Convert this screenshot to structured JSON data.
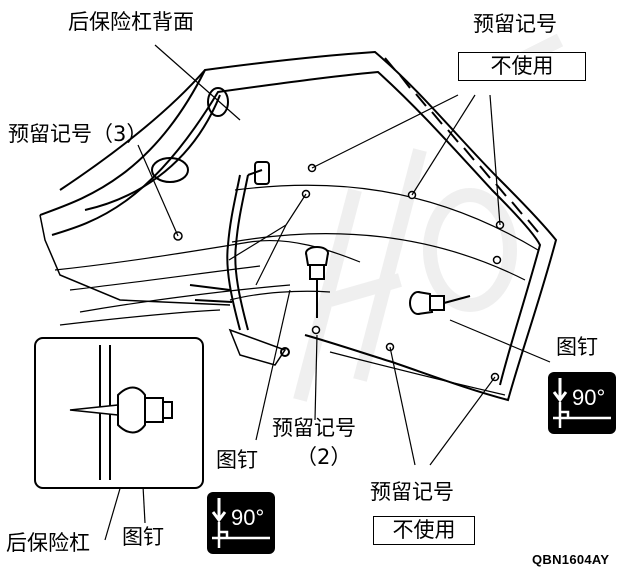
{
  "labels": {
    "bumper_back": "后保险杠背面",
    "reserved_mark": "预留记号",
    "not_used": "不使用",
    "reserved_mark_3": "预留记号（3）",
    "clip": "图钉",
    "reserved_mark_2_a": "预留记号",
    "reserved_mark_2_b": "（2）",
    "rear_bumper": "后保险杠",
    "clip_bottom": "图钉",
    "clip_lower": "图钉",
    "reserved_mark_bottom": "预留记号",
    "not_used_bottom": "不使用",
    "figure_code": "QBN1604AY"
  },
  "badges": [
    {
      "angle": "90°"
    },
    {
      "angle": "90°"
    }
  ],
  "colors": {
    "ink": "#000000",
    "watermark": "#eeeeee",
    "badge_bg": "#000000",
    "badge_fg": "#ffffff"
  }
}
